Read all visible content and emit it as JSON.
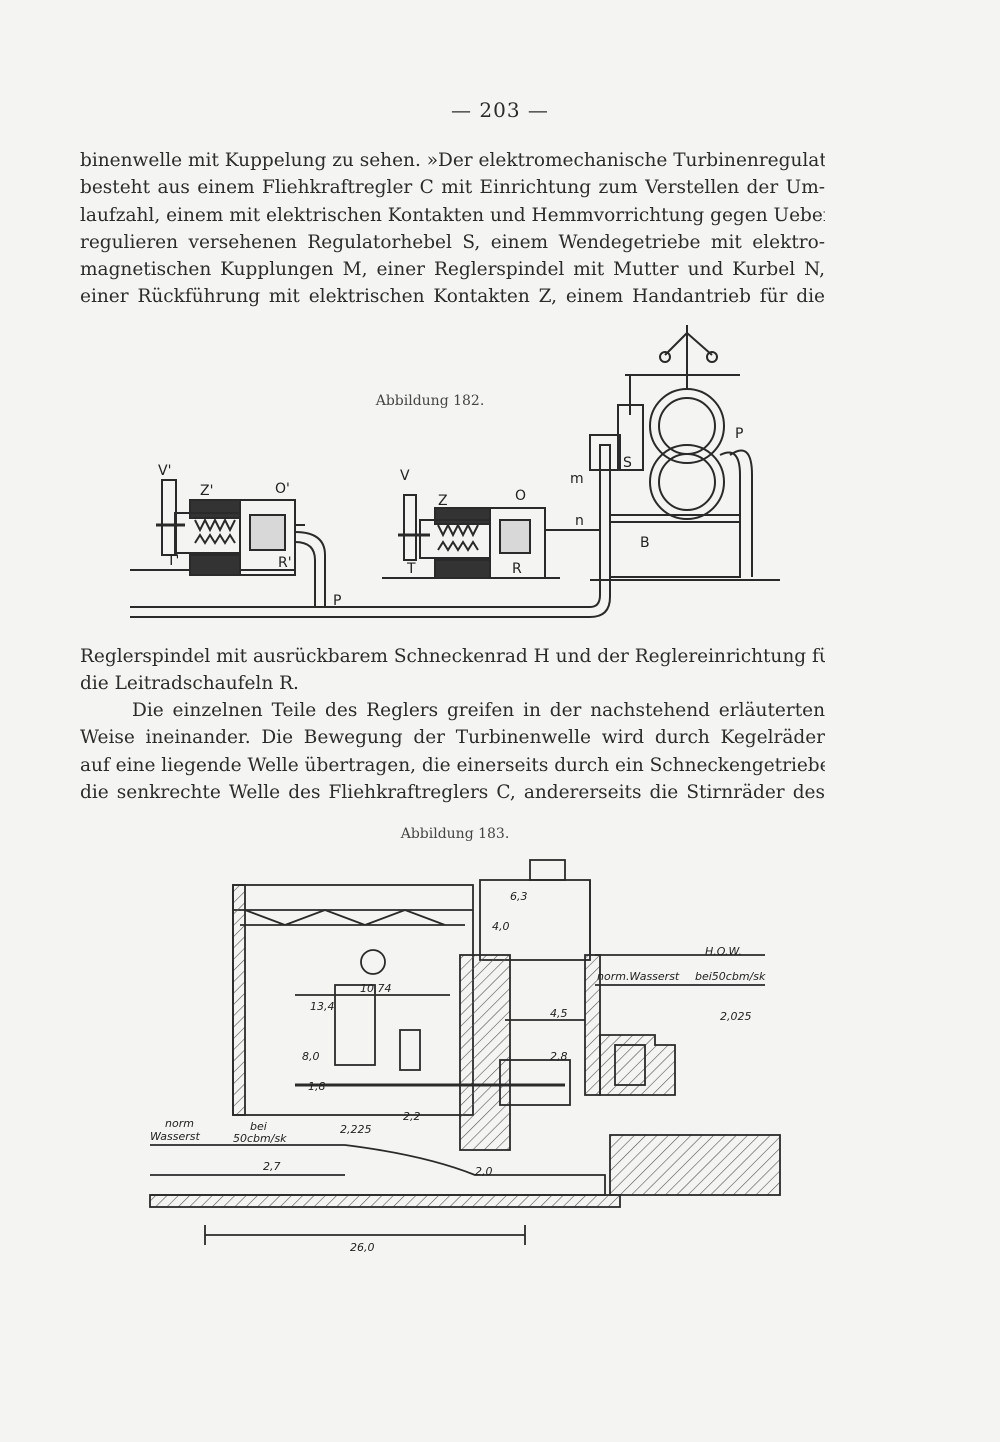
{
  "page": {
    "number": "— 203 —",
    "paragraph1": [
      "binenwelle mit Kuppelung zu sehen. »Der elektromechanische Turbinenregulator",
      "besteht aus einem Fliehkraftregler C mit Einrichtung zum Verstellen der Um-",
      "laufzahl, einem mit elektrischen Kontakten und Hemmvorrichtung gegen Ueber-",
      "regulieren versehenen Regulatorhebel S, einem Wendegetriebe mit elektro-",
      "magnetischen Kupplungen M, einer Reglerspindel mit Mutter und Kurbel N,",
      "einer Rückführung mit elektrischen Kontakten Z, einem Handantrieb für die"
    ],
    "paragraph2": [
      "Reglerspindel mit ausrückbarem Schneckenrad H und der Reglereinrichtung für",
      "die Leitradschaufeln R."
    ],
    "paragraph3": [
      "Die einzelnen Teile des Reglers greifen in der nachstehend erläuterten",
      "Weise ineinander. Die Bewegung der Turbinenwelle wird durch Kegelräder",
      "auf eine liegende Welle übertragen, die einerseits durch ein Schneckengetriebe",
      "die senkrechte Welle des Fliehkraftreglers C, andererseits die Stirnräder des"
    ]
  },
  "figure182": {
    "caption": "Abbildung 182.",
    "labels": {
      "v1": "V'",
      "z1": "Z'",
      "o1": "O'",
      "t1": "T'",
      "r1": "R'",
      "v": "V",
      "z": "Z",
      "o": "O",
      "t": "T",
      "r": "R",
      "m": "m",
      "n": "n",
      "s": "S",
      "b": "B",
      "p_upper": "P",
      "p_lower": "P"
    }
  },
  "figure183": {
    "caption": "Abbildung 183.",
    "labels": {
      "how": "H.O.W.",
      "norm_ws_right": "norm.Wasserst",
      "bei50_right": "bei50cbm/sk",
      "d2025": "2,025",
      "d1074": "10,74",
      "d134": "13,4",
      "d80": "8,0",
      "d45": "4,5",
      "d63": "6,3",
      "d40": "4,0",
      "d28": "2,8",
      "d18": "1,8",
      "d2225": "2,225",
      "d22": "2,2",
      "d27": "2,7",
      "d20": "2,0",
      "d260": "26,0",
      "norm_ws_left": "norm",
      "wasserst_left": "Wasserst",
      "bei_left": "bei",
      "bei50_left": "50cbm/sk"
    }
  }
}
